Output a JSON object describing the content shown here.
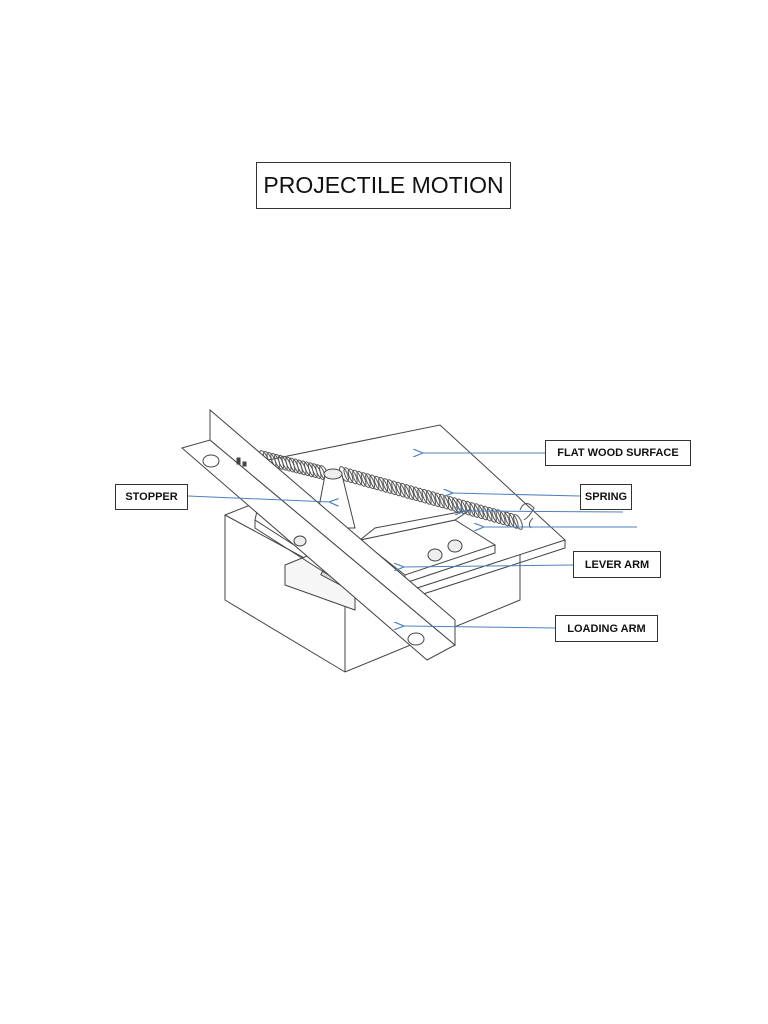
{
  "title": "PROJECTILE MOTION",
  "labels": {
    "flat_wood_surface": "FLAT WOOD SURFACE",
    "stopper": "STOPPER",
    "spring": "SPRING",
    "lever_arm": "LEVER ARM",
    "loading_arm": "LOADING ARM"
  },
  "colors": {
    "line": "#333333",
    "leader": "#4f81bd"
  }
}
